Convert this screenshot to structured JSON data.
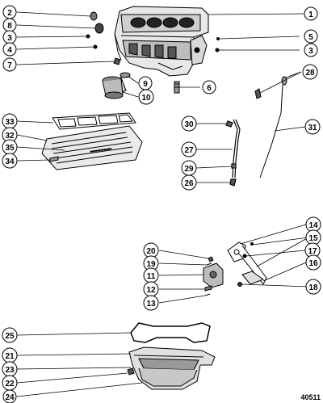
{
  "diagram": {
    "reference_number": "40511",
    "callouts": {
      "c1": "1",
      "c2": "2",
      "c3a": "3",
      "c3b": "3",
      "c4": "4",
      "c5": "5",
      "c6": "6",
      "c7": "7",
      "c8": "8",
      "c9": "9",
      "c10": "10",
      "c11": "11",
      "c12": "12",
      "c13": "13",
      "c14": "14",
      "c15": "15",
      "c16": "16",
      "c17": "17",
      "c18": "18",
      "c19": "19",
      "c20": "20",
      "c21": "21",
      "c22": "22",
      "c23": "23",
      "c24": "24",
      "c25": "25",
      "c26": "26",
      "c27": "27",
      "c28": "28",
      "c29": "29",
      "c30": "30",
      "c31": "31",
      "c32": "32",
      "c33": "33",
      "c34": "34",
      "c35": "35"
    }
  }
}
